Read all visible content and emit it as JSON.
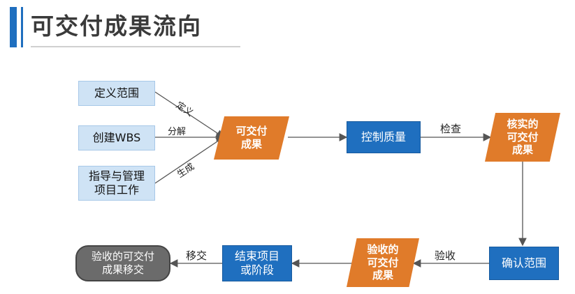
{
  "title": "可交付成果流向",
  "nodes": {
    "define_scope": "定义范围",
    "create_wbs": "创建WBS",
    "direct_l1": "指导与管理",
    "direct_l2": "项目工作",
    "deliverables_l1": "可交付",
    "deliverables_l2": "成果",
    "control_quality": "控制质量",
    "verified_l1": "核实的",
    "verified_l2": "可交付",
    "verified_l3": "成果",
    "validate_scope": "确认范围",
    "accepted_l1": "验收的",
    "accepted_l2": "可交付",
    "accepted_l3": "成果",
    "close_l1": "结束项目",
    "close_l2": "或阶段",
    "transition_l1": "验收的可交付",
    "transition_l2": "成果移交"
  },
  "edge_labels": {
    "define": "定义",
    "decompose": "分解",
    "generate": "生成",
    "inspect": "检查",
    "accept": "验收",
    "transfer": "移交"
  }
}
